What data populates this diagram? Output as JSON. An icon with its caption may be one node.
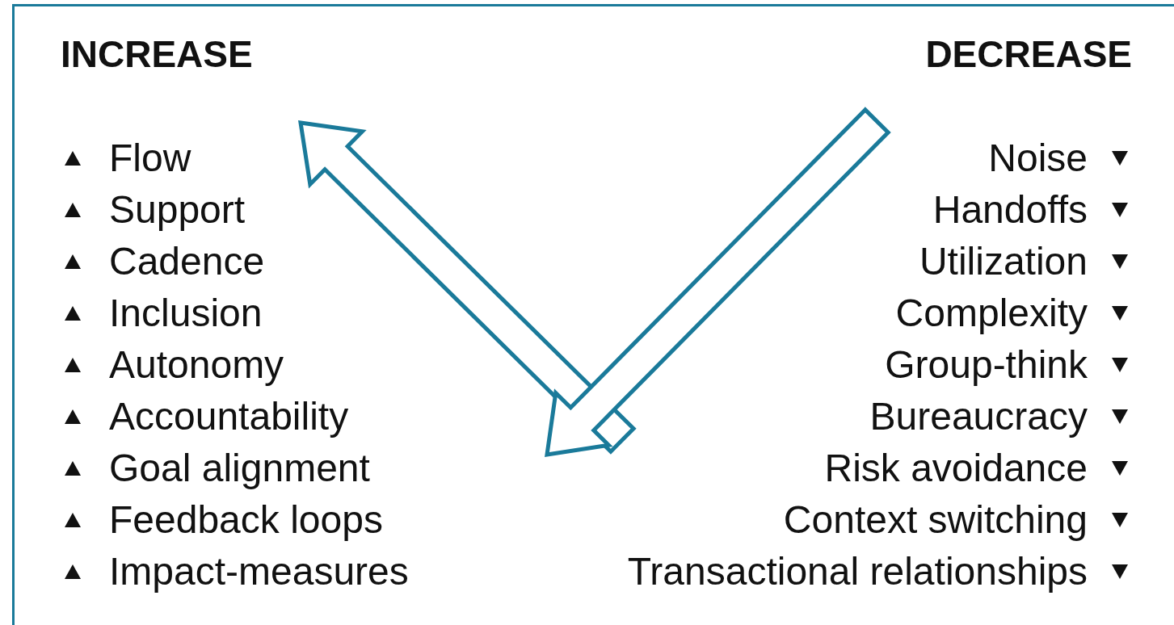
{
  "diagram": {
    "labels": [
      "INCREASE",
      "DECREASE",
      "Flow",
      "Noise",
      "Support",
      "Handoffs",
      "Cadence",
      "Utilization",
      "Inclusion",
      "Complexity",
      "Autonomy",
      "Group-think",
      "Accountability",
      "Bureaucracy",
      "Goal alignment",
      "Risk avoidance",
      "Feedback loops",
      "Context switching",
      "Impact-measures",
      "Transactional relationships"
    ]
  }
}
